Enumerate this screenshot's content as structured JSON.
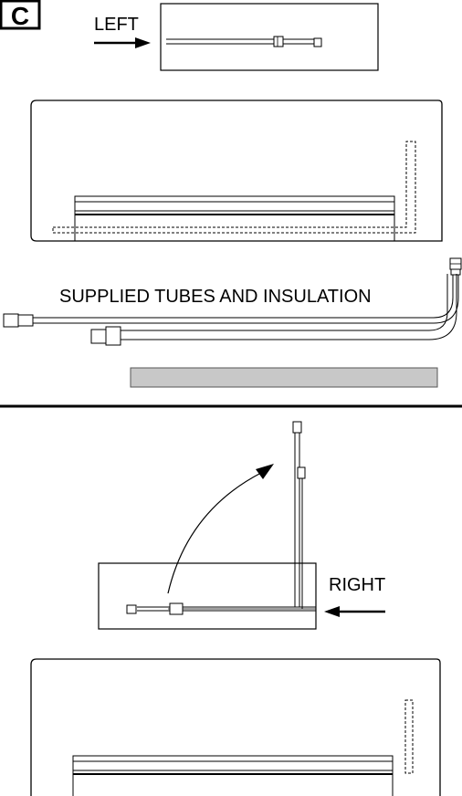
{
  "figure_label": "C",
  "labels": {
    "left": "LEFT",
    "right": "RIGHT",
    "tubes": "SUPPLIED TUBES AND INSULATION"
  },
  "colors": {
    "line": "#000000",
    "insulation": "#c8c8c8",
    "background": "#ffffff"
  }
}
